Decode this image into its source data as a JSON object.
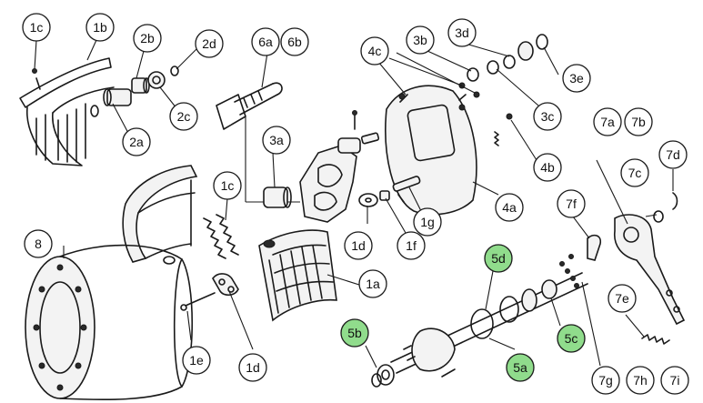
{
  "colors": {
    "ink": "#1a1a1a",
    "callout_fill": "#ffffff",
    "highlight_fill": "#90dc8c",
    "background": "#ffffff"
  },
  "callouts": [
    {
      "id": "c-1c-top",
      "label": "1c",
      "highlighted": false
    },
    {
      "id": "c-1b",
      "label": "1b",
      "highlighted": false
    },
    {
      "id": "c-2b",
      "label": "2b",
      "highlighted": false
    },
    {
      "id": "c-2d",
      "label": "2d",
      "highlighted": false
    },
    {
      "id": "c-6a",
      "label": "6a",
      "highlighted": false
    },
    {
      "id": "c-6b",
      "label": "6b",
      "highlighted": false
    },
    {
      "id": "c-4c",
      "label": "4c",
      "highlighted": false
    },
    {
      "id": "c-3b",
      "label": "3b",
      "highlighted": false
    },
    {
      "id": "c-3d",
      "label": "3d",
      "highlighted": false
    },
    {
      "id": "c-3e",
      "label": "3e",
      "highlighted": false
    },
    {
      "id": "c-2c",
      "label": "2c",
      "highlighted": false
    },
    {
      "id": "c-2a",
      "label": "2a",
      "highlighted": false
    },
    {
      "id": "c-3a",
      "label": "3a",
      "highlighted": false
    },
    {
      "id": "c-3c",
      "label": "3c",
      "highlighted": false
    },
    {
      "id": "c-7a",
      "label": "7a",
      "highlighted": false
    },
    {
      "id": "c-7b",
      "label": "7b",
      "highlighted": false
    },
    {
      "id": "c-4b",
      "label": "4b",
      "highlighted": false
    },
    {
      "id": "c-7c",
      "label": "7c",
      "highlighted": false
    },
    {
      "id": "c-7d",
      "label": "7d",
      "highlighted": false
    },
    {
      "id": "c-1c-mid",
      "label": "1c",
      "highlighted": false
    },
    {
      "id": "c-4a",
      "label": "4a",
      "highlighted": false
    },
    {
      "id": "c-1g",
      "label": "1g",
      "highlighted": false
    },
    {
      "id": "c-7f",
      "label": "7f",
      "highlighted": false
    },
    {
      "id": "c-8",
      "label": "8",
      "highlighted": false
    },
    {
      "id": "c-1d-mid",
      "label": "1d",
      "highlighted": false
    },
    {
      "id": "c-1f",
      "label": "1f",
      "highlighted": false
    },
    {
      "id": "c-5d",
      "label": "5d",
      "highlighted": true
    },
    {
      "id": "c-1a",
      "label": "1a",
      "highlighted": false
    },
    {
      "id": "c-7e",
      "label": "7e",
      "highlighted": false
    },
    {
      "id": "c-5b",
      "label": "5b",
      "highlighted": true
    },
    {
      "id": "c-5c",
      "label": "5c",
      "highlighted": true
    },
    {
      "id": "c-1e",
      "label": "1e",
      "highlighted": false
    },
    {
      "id": "c-1d-bot",
      "label": "1d",
      "highlighted": false
    },
    {
      "id": "c-5a",
      "label": "5a",
      "highlighted": true
    },
    {
      "id": "c-7g",
      "label": "7g",
      "highlighted": false
    },
    {
      "id": "c-7h",
      "label": "7h",
      "highlighted": false
    },
    {
      "id": "c-7i",
      "label": "7i",
      "highlighted": false
    }
  ]
}
